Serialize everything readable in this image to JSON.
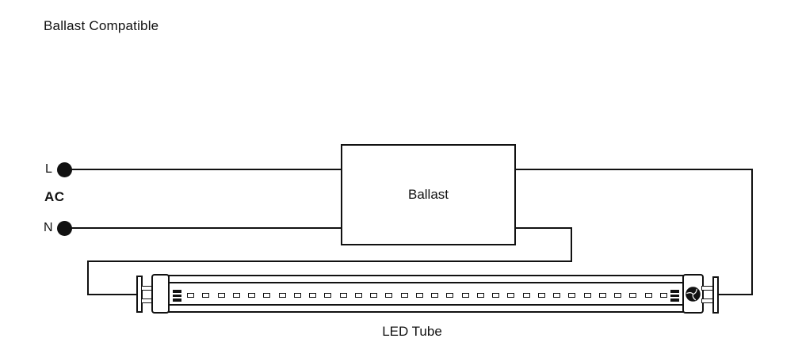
{
  "diagram": {
    "title": "Ballast Compatible",
    "colors": {
      "line": "#111111",
      "background": "#ffffff"
    },
    "power": {
      "live_label": "L",
      "ac_label": "AC",
      "neutral_label": "N"
    },
    "ballast": {
      "label": "Ballast"
    },
    "tube": {
      "label": "LED Tube",
      "led_chip_count": 32,
      "end_bar_count": 3
    }
  }
}
